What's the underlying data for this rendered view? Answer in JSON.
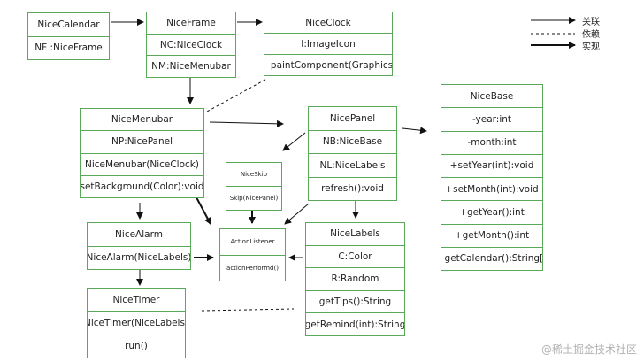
{
  "legend": [
    {
      "label": "关联",
      "style": "solid-arrow"
    },
    {
      "label": "依赖",
      "style": "dashed"
    },
    {
      "label": "实现",
      "style": "bold-arrow"
    }
  ],
  "classes": [
    {
      "name": "NiceCalendar",
      "rows": [
        "NiceCalendar",
        "NF :NiceFrame"
      ]
    },
    {
      "name": "NiceFrame",
      "rows": [
        "NiceFrame",
        "NC:NiceClock",
        "NM:NiceMenubar"
      ]
    },
    {
      "name": "NiceClock",
      "rows": [
        "NiceClock",
        "I:ImageIcon",
        "+ paintComponent(Graphics)"
      ]
    },
    {
      "name": "NiceMenubar",
      "rows": [
        "NiceMenubar",
        "NP:NicePanel",
        "NiceMenubar(NiceClock)",
        "setBackground(Color):void"
      ]
    },
    {
      "name": "NiceSkip",
      "rows": [
        "NiceSkip",
        "Skip(NicePanel)"
      ]
    },
    {
      "name": "NicePanel",
      "rows": [
        "NicePanel",
        "NB:NiceBase",
        "NL:NiceLabels",
        "refresh():void"
      ]
    },
    {
      "name": "NiceBase",
      "rows": [
        "NiceBase",
        "-year:int",
        "-month:int",
        "+setYear(int):void",
        "+setMonth(int):void",
        "+getYear():int",
        "+getMonth():int",
        "+getCalendar():String[]"
      ]
    },
    {
      "name": "NiceAlarm",
      "rows": [
        "NiceAlarm",
        "NiceAlarm(NiceLabels)"
      ]
    },
    {
      "name": "ActionListener",
      "rows": [
        "ActionListener",
        "actionPerformd()"
      ]
    },
    {
      "name": "NiceLabels",
      "rows": [
        "NiceLabels",
        "C:Color",
        "R:Random",
        "getTips():String",
        "getRemind(int):String"
      ]
    },
    {
      "name": "NiceTimer",
      "rows": [
        "NiceTimer",
        "NiceTimer(NiceLabels)",
        "run()"
      ]
    }
  ],
  "watermark": "@稀土掘金技术社区"
}
